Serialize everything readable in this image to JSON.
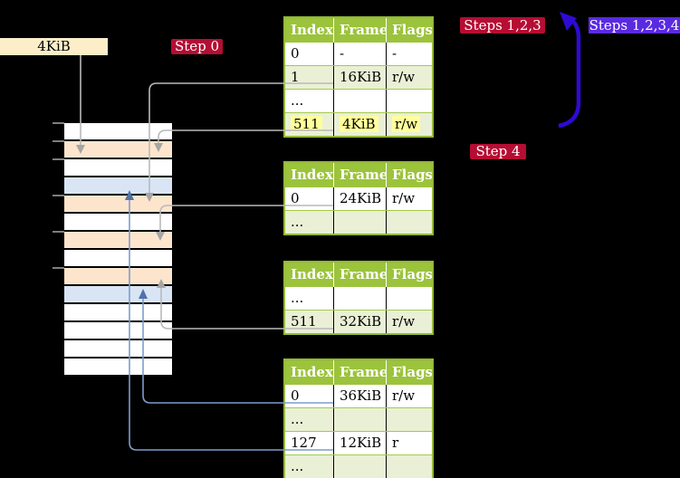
{
  "colors": {
    "background": "#000000",
    "crimson": "#b50d33",
    "purple": "#5a2ae0",
    "arrow_blue": "#2f0ad2",
    "connector_gray": "#b9b9b9",
    "connector_gray_head": "#a5a5a5",
    "connector_blue": "#7d9ccb",
    "connector_blue_head": "#4f72a8",
    "table_header_green": "#9cc33c",
    "table_border_green": "#94b839",
    "table_sep_green": "#a6c94c",
    "table_row_green": "#e9f0d6",
    "highlight_yellow": "#ffff9c",
    "frame_peach": "#fde5cd",
    "frame_blue": "#d9e5f5",
    "frame_white": "#ffffff",
    "label_wheat": "#fbeec9"
  },
  "labels": {
    "frame_size": "4KiB",
    "step0": "Step 0",
    "steps123": "Steps 1,2,3",
    "steps1234": "Steps 1,2,3,4",
    "step4": "Step 4"
  },
  "memory": {
    "rows": [
      {
        "type": "white"
      },
      {
        "type": "peach"
      },
      {
        "type": "white"
      },
      {
        "type": "blue"
      },
      {
        "type": "peach"
      },
      {
        "type": "white"
      },
      {
        "type": "peach"
      },
      {
        "type": "white"
      },
      {
        "type": "peach"
      },
      {
        "type": "blue"
      },
      {
        "type": "white"
      },
      {
        "type": "white"
      },
      {
        "type": "white"
      },
      {
        "type": "white"
      }
    ]
  },
  "tables": [
    {
      "header": [
        "Index",
        "Frame",
        "Flags"
      ],
      "rows": [
        {
          "cells": [
            "0",
            "-",
            "-"
          ]
        },
        {
          "cells": [
            "1",
            "16KiB",
            "r/w"
          ]
        },
        {
          "cells": [
            "...",
            "",
            ""
          ]
        },
        {
          "cells": [
            "511",
            "4KiB",
            "r/w"
          ]
        }
      ]
    },
    {
      "header": [
        "Index",
        "Frame",
        "Flags"
      ],
      "rows": [
        {
          "cells": [
            "0",
            "24KiB",
            "r/w"
          ]
        },
        {
          "cells": [
            "...",
            "",
            ""
          ]
        }
      ]
    },
    {
      "header": [
        "Index",
        "Frame",
        "Flags"
      ],
      "rows": [
        {
          "cells": [
            "...",
            "",
            ""
          ]
        },
        {
          "cells": [
            "511",
            "32KiB",
            "r/w"
          ]
        }
      ]
    },
    {
      "header": [
        "Index",
        "Frame",
        "Flags"
      ],
      "rows": [
        {
          "cells": [
            "0",
            "36KiB",
            "r/w"
          ]
        },
        {
          "cells": [
            "...",
            "",
            ""
          ]
        },
        {
          "cells": [
            "127",
            "12KiB",
            "r"
          ]
        },
        {
          "cells": [
            "...",
            "",
            ""
          ]
        }
      ]
    }
  ]
}
